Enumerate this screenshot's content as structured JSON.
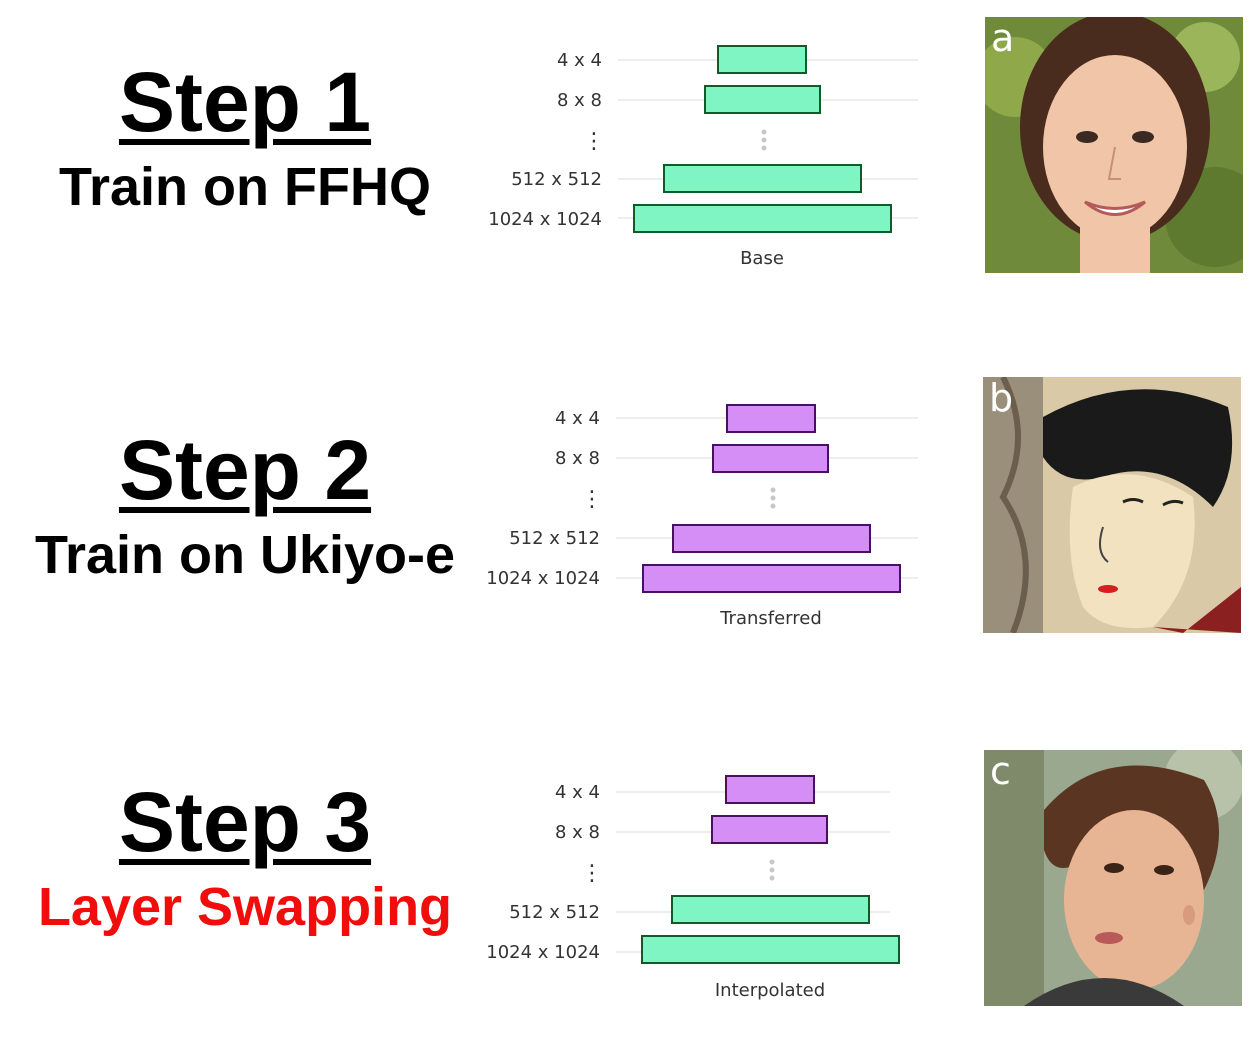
{
  "steps": [
    {
      "title": "Step 1",
      "subtitle": "Train on FFHQ",
      "subtitle_color": "#000000",
      "diagram": {
        "rows": [
          "4 x 4",
          "8 x 8",
          "512 x 512",
          "1024 x 1024"
        ],
        "bar_colors": [
          "#7ff5c3",
          "#7ff5c3",
          "#7ff5c3",
          "#7ff5c3"
        ],
        "bar_stroke": "#0d5c2a",
        "caption": "Base"
      },
      "image_label": "a"
    },
    {
      "title": "Step 2",
      "subtitle": "Train on Ukiyo-e",
      "subtitle_color": "#000000",
      "diagram": {
        "rows": [
          "4 x 4",
          "8 x 8",
          "512 x 512",
          "1024 x 1024"
        ],
        "bar_colors": [
          "#d48ef5",
          "#d48ef5",
          "#d48ef5",
          "#d48ef5"
        ],
        "bar_stroke": "#4a0f5e",
        "caption": "Transferred"
      },
      "image_label": "b"
    },
    {
      "title": "Step 3",
      "subtitle": "Layer Swapping",
      "subtitle_color": "#f20d0d",
      "diagram": {
        "rows": [
          "4 x 4",
          "8 x 8",
          "512 x 512",
          "1024 x 1024"
        ],
        "bar_colors": [
          "#d48ef5",
          "#d48ef5",
          "#7ff5c3",
          "#7ff5c3"
        ],
        "bar_strokes": [
          "#4a0f5e",
          "#4a0f5e",
          "#0d5c2a",
          "#0d5c2a"
        ],
        "caption": "Interpolated"
      },
      "image_label": "c"
    }
  ]
}
